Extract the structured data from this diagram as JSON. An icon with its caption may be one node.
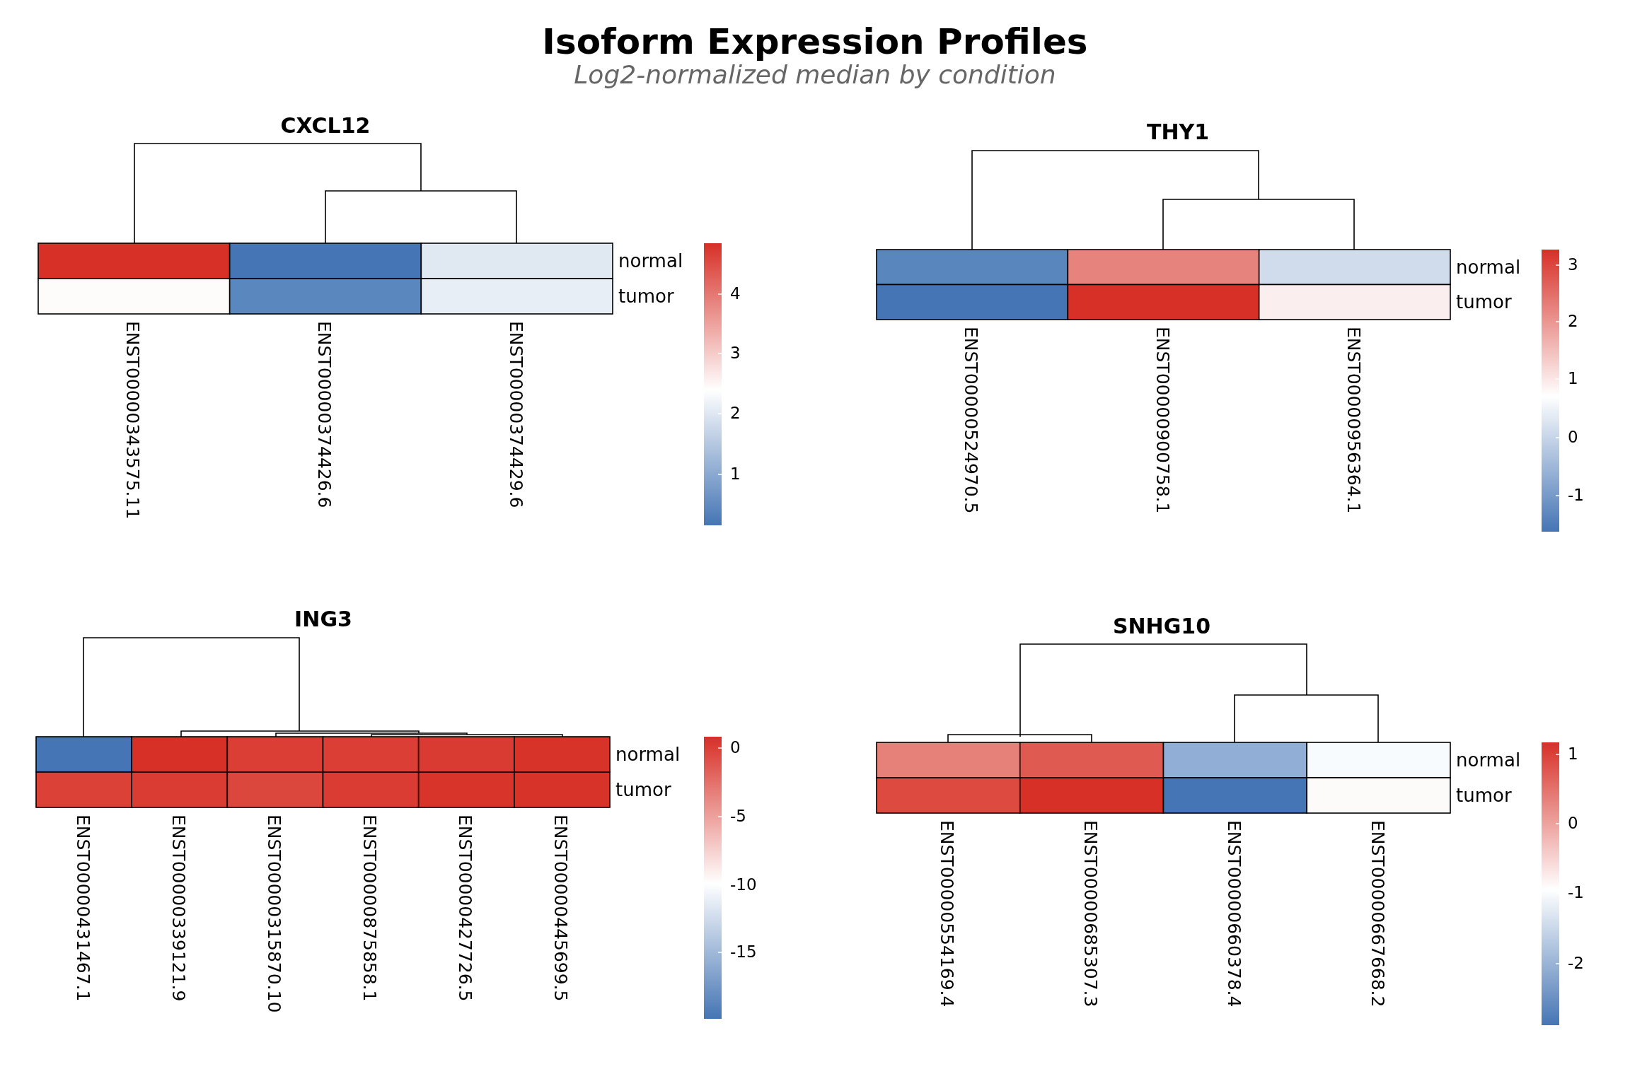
{
  "diagram": {
    "title": "Isoform Expression Profiles",
    "caption": "Log2-normalized median by condition",
    "labels": [
      "CXCL12",
      "normal",
      "tumor",
      "4",
      "3",
      "2",
      "1",
      "ENST00000343575.11",
      "ENST00000374426.6",
      "ENST00000374429.6",
      "THY1",
      "normal",
      "tumor",
      "3",
      "2",
      "1",
      "0",
      "-1",
      "ENST00000524970.5",
      "ENST00000900758.1",
      "ENST00000956364.1",
      "ING3",
      "normal",
      "tumor",
      "0",
      "-5",
      "-10",
      "-15",
      "ENST00000431467.1",
      "ENST00000339121.9",
      "ENST00000315870.10",
      "ENST00000875858.1",
      "ENST00000427726.5",
      "ENST00000445699.5",
      "SNHG10",
      "normal",
      "tumor",
      "1",
      "0",
      "-1",
      "-2",
      "ENST00000554169.4",
      "ENST00000685307.3",
      "ENST00000660378.4",
      "ENST00000667668.2"
    ]
  }
}
